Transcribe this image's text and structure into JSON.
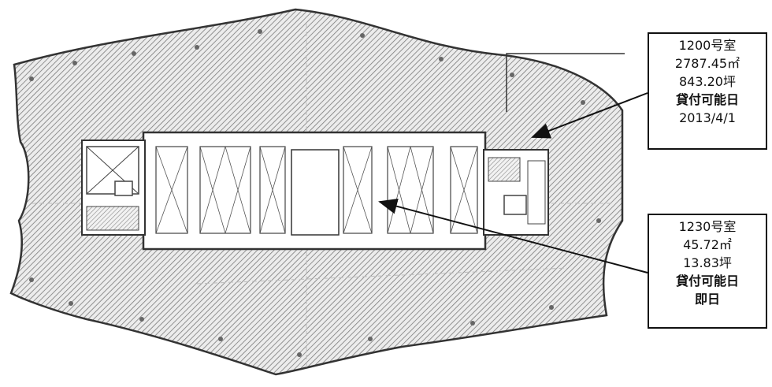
{
  "units": [
    {
      "room": "1200号室",
      "area_sqm": "2787.45㎡",
      "area_tsubo": "843.20坪",
      "availability_label": "貸付可能日",
      "availability_date": "2013/4/1"
    },
    {
      "room": "1230号室",
      "area_sqm": "45.72㎡",
      "area_tsubo": "13.83坪",
      "availability_label": "貸付可能日",
      "availability_date": "即日"
    }
  ],
  "colors": {
    "outline": "#333333",
    "hatch": "#777777",
    "core_fill": "#ffffff",
    "callout_border": "#111111"
  }
}
